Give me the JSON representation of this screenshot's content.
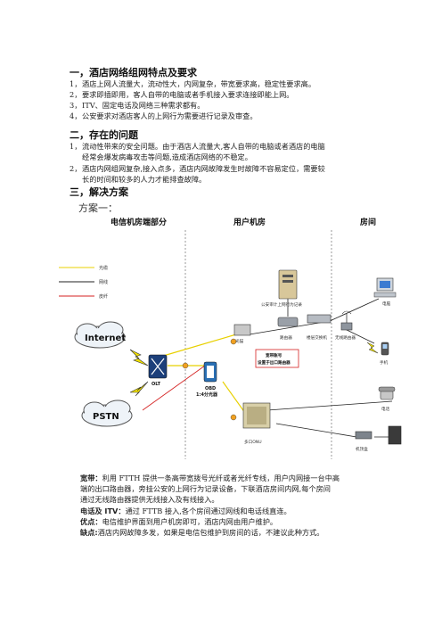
{
  "section1": {
    "heading": "一，酒店网络组网特点及要求",
    "items": [
      {
        "num": "1，",
        "text": "酒店上网人流量大，流动性大，内网复杂，带宽要求高，稳定性要求高。"
      },
      {
        "num": "2，",
        "text": "要求即插即用，客人自带的电脑或者手机接入要求连接即能上网。"
      },
      {
        "num": "3，",
        "text": "ITV、固定电话及网络三种需求都有。"
      },
      {
        "num": "4，",
        "text": "公安要求对酒店客人的上网行为需要进行记录及审查。"
      }
    ]
  },
  "section2": {
    "heading": "二，存在的问题",
    "items": [
      {
        "num": "1，",
        "line1": "流动性带来的安全问题。由于酒店人流量大,客人自带的电脑或者酒店的电脑",
        "line2": "经常会爆发病毒攻击等问题,造成酒店网络的不稳定。"
      },
      {
        "num": "2，",
        "line1": "酒店内网组网复杂,接入点多，酒店内网故障发生时故障不容易定位，需要较",
        "line2": "长的时间和较多的人力才能排查故障。"
      }
    ]
  },
  "section3": {
    "heading": "三，解决方案",
    "plan_label": "方案一："
  },
  "diagram": {
    "zone_telecom": "电信机房端部分",
    "zone_user": "用户机房",
    "zone_room": "房间",
    "legend": [
      "光缆",
      "网线",
      "皮纤"
    ],
    "legend_colors": [
      "#e8d000",
      "#222222",
      "#d42020"
    ],
    "internet": "Internet",
    "pstn": "PSTN",
    "olt": "OLT",
    "obd_line1": "OBD",
    "obd_line2": "1:4分光器",
    "server_label": "公安审计上网行为记录",
    "optical_modem": "光猫",
    "router": "路由器",
    "floor_switch": "楼层交换机",
    "wireless_router": "无线路由器",
    "pc": "电脑",
    "phone_mobile": "手机",
    "note_line1": "宽带账号",
    "note_line2": "设置于出口路由器",
    "telephone": "电话",
    "multi_onu": "多口ONU",
    "stb": "机顶盒"
  },
  "paragraphs": [
    {
      "label": "宽带：",
      "lines": [
        "利用 FTTH 提供一条高带宽拨号光纤或者光纤专线，用户内网接一台中高",
        "端的出口路由器，旁挂公安的上网行为记录设备，下联酒店房间内网,每个房间",
        "通过无线路由器提供无线接入及有线接入。"
      ]
    },
    {
      "label": "电话及 ITV：",
      "lines": [
        "通过 FTTB 接入,各个房间通过网线和电话线直连。"
      ]
    },
    {
      "label": "优点：",
      "lines": [
        "电信维护界面到用户机房即可，酒店内网由用户维护。"
      ]
    },
    {
      "label": "缺点:",
      "lines": [
        "酒店内网故障多发，如果是电信包维护到房间的话，不建议此种方式。"
      ]
    }
  ]
}
